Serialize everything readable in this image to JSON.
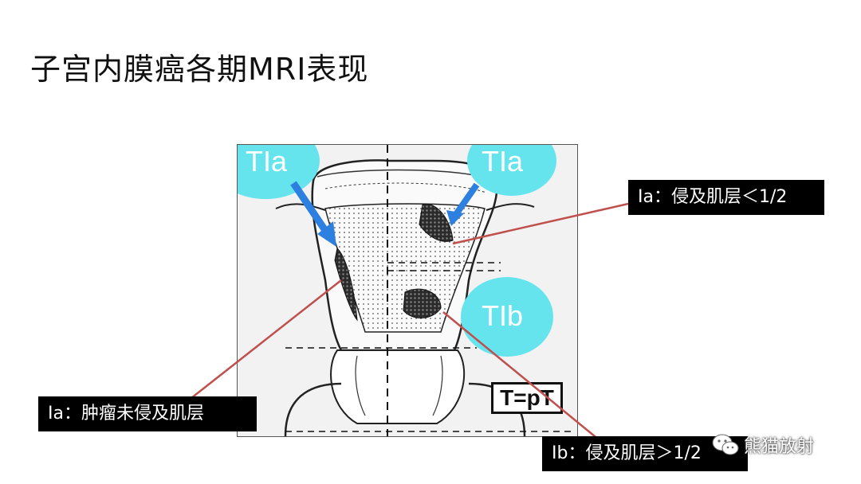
{
  "slide": {
    "title": "子宫内膜癌各期MRI表现"
  },
  "figure": {
    "stage_labels": [
      "TIa",
      "TIa",
      "TIb"
    ],
    "stamp": "T=pT",
    "colors": {
      "stage_bubble": "#66e4ee",
      "arrow": "#2d7fe0",
      "connector": "#c0504d"
    }
  },
  "callouts": [
    "Ia：侵及肌层＜1/2",
    "Ia：肿瘤未侵及肌层",
    "Ib：侵及肌层＞1/2"
  ],
  "watermark": {
    "text": "熊猫放射",
    "icon": "wechat-icon"
  }
}
